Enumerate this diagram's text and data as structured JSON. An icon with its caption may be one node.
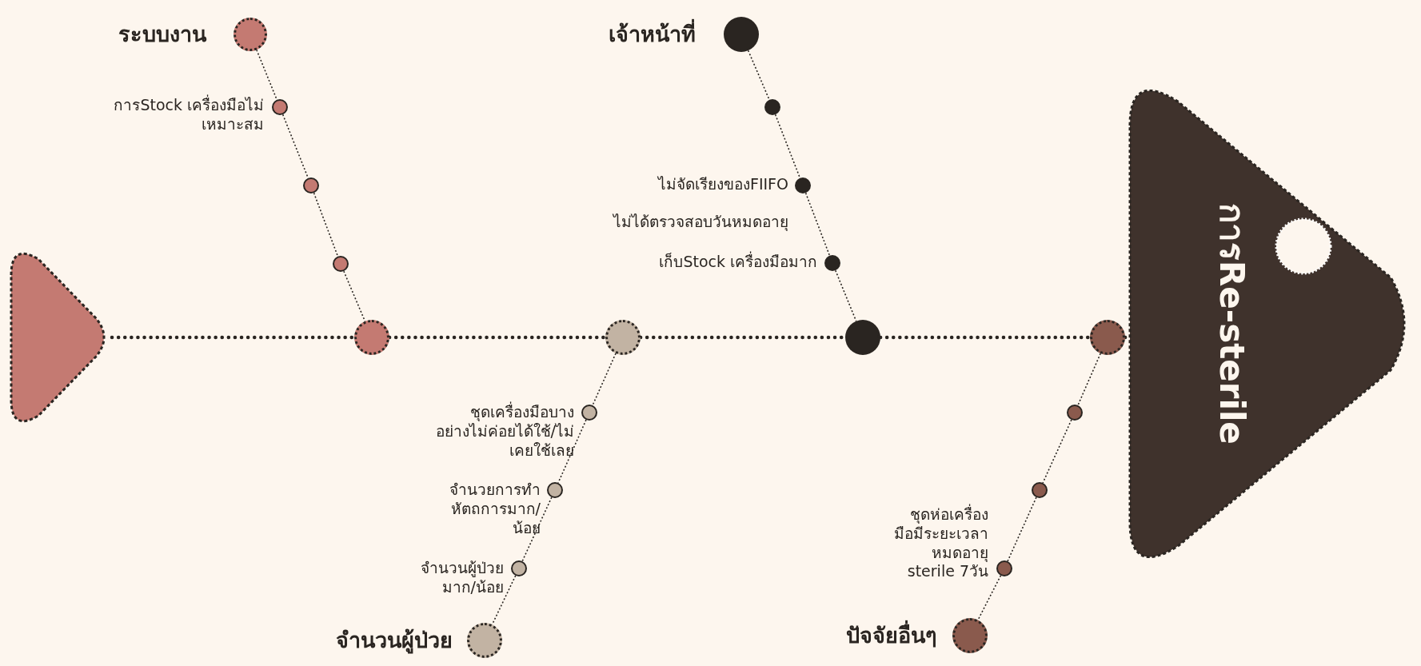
{
  "diagram": {
    "nodes": [
      {
        "text": [],
        "shape": "triangle"
      },
      {
        "text": [
          "ระบบงาน"
        ]
      },
      {
        "text": [
          "การStock เครื่องมือไม่ เหมาะสม"
        ]
      },
      {
        "text": [],
        "shape": "circle"
      },
      {
        "text": [],
        "shape": "circle"
      },
      {
        "text": [],
        "shape": "circle"
      },
      {
        "text": [
          "เจ้าหน้าที่"
        ]
      },
      {
        "text": [],
        "shape": "circle"
      },
      {
        "text": [
          "ไม่จัดเรียงของFIIFO"
        ]
      },
      {
        "text": [
          "เก็บStock เครื่องมือมาก"
        ]
      },
      {
        "text": [],
        "shape": "circle"
      },
      {
        "text": [],
        "shape": "circle"
      },
      {
        "text": [
          "ชุดเครื่องมือบาง อย่างไม่ค่อยได้ใช้/ไม่ เคยใช้เลย"
        ]
      },
      {
        "text": [
          "จำนวยการทำ หัตถการมาก/ น้อย"
        ]
      },
      {
        "text": [
          "จำนวนผู้ป่วย มาก/น้อย"
        ]
      },
      {
        "text": [
          "จำนวนผู้ป่วย"
        ]
      },
      {
        "text": [],
        "shape": "circle"
      },
      {
        "text": [],
        "shape": "circle"
      },
      {
        "text": [],
        "shape": "circle"
      },
      {
        "text": [
          "ชุดห่อเครื่อง มือมีระยะเวลา หมดอายุ sterile 7วัน"
        ]
      },
      {
        "text": [
          "ปัจจัยอื่นๆ"
        ]
      },
      {
        "text": [
          "การRe-sterile"
        ]
      }
    ],
    "edges": [
      {
        "from": 0,
        "to": 5,
        "arrow": "none",
        "style": "dashed"
      },
      {
        "from": 5,
        "to": 11,
        "arrow": "none",
        "style": "dashed"
      },
      {
        "from": 11,
        "to": 10,
        "arrow": "none",
        "style": "dashed"
      },
      {
        "from": 10,
        "to": 16,
        "arrow": "none",
        "style": "dashed"
      },
      {
        "from": 16,
        "to": 21,
        "arrow": "none",
        "style": "dashed"
      },
      {
        "from": 1,
        "to": 2,
        "arrow": "none"
      },
      {
        "from": 2,
        "to": 3,
        "arrow": "none"
      },
      {
        "from": 3,
        "to": 4,
        "arrow": "none"
      },
      {
        "from": 4,
        "to": 5,
        "arrow": "none"
      },
      {
        "from": 6,
        "to": 7,
        "arrow": "none"
      },
      {
        "from": 7,
        "to": 8,
        "arrow": "none"
      },
      {
        "from": 8,
        "to": 9,
        "arrow": "none"
      },
      {
        "from": 9,
        "to": 10,
        "arrow": "none"
      },
      {
        "from": 11,
        "to": 12,
        "arrow": "none"
      },
      {
        "from": 12,
        "to": 13,
        "arrow": "none"
      },
      {
        "from": 13,
        "to": 14,
        "arrow": "none"
      },
      {
        "from": 14,
        "to": 15,
        "arrow": "none"
      },
      {
        "from": 16,
        "to": 17,
        "arrow": "none"
      },
      {
        "from": 17,
        "to": 18,
        "arrow": "none"
      },
      {
        "from": 18,
        "to": 19,
        "arrow": "none"
      },
      {
        "from": 19,
        "to": 20,
        "arrow": "none"
      }
    ],
    "labels": [
      "ไม่ได้ตรวจสอบวันหมดอายุ"
    ]
  }
}
